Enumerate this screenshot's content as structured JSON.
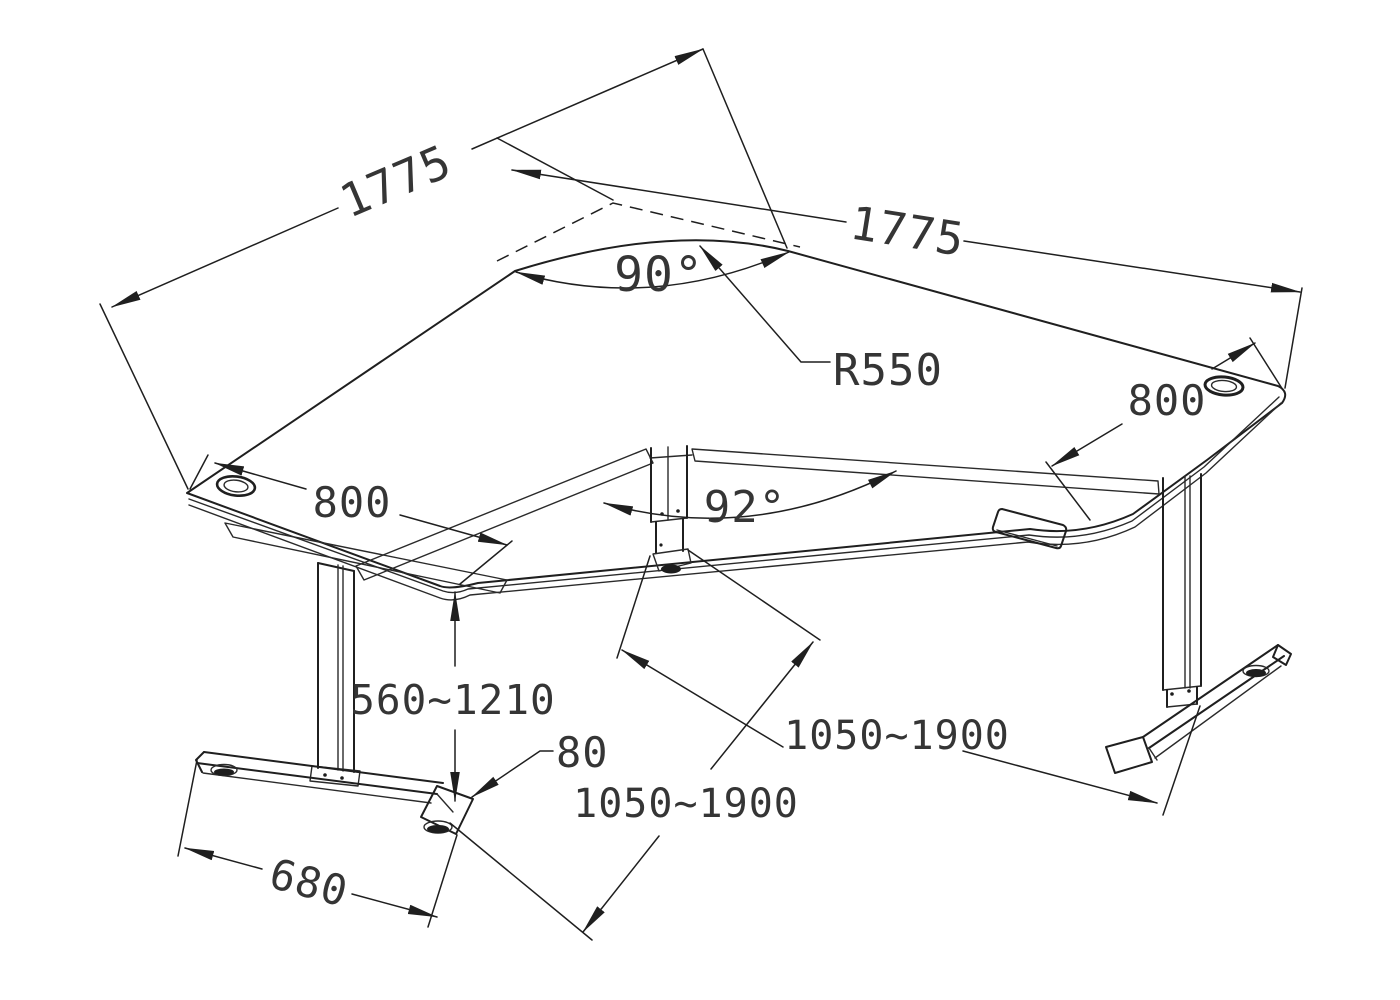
{
  "drawing": {
    "dimensions": {
      "left_edge_length": "1775",
      "right_edge_length": "1775",
      "corner_angle": "90°",
      "corner_radius": "R550",
      "left_depth": "800",
      "right_depth": "800",
      "frame_angle": "92°",
      "height_range": "560~1210",
      "frame_range_left": "1050~1900",
      "frame_range_right": "1050~1900",
      "foot_end_height": "80",
      "foot_length": "680"
    }
  }
}
